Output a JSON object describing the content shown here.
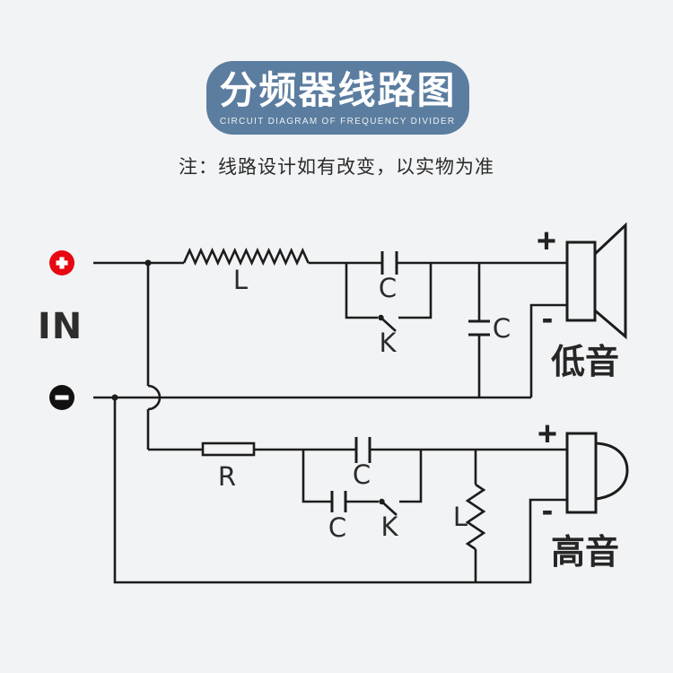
{
  "banner": {
    "title": "分频器线路图",
    "subtitle": "CIRCUIT DIAGRAM OF FREQUENCY DIVIDER",
    "bg_color": "#5b7d9f"
  },
  "note": {
    "text": "注：线路设计如有改变，以实物为准"
  },
  "input": {
    "label": "IN",
    "plus_terminal_color": "#e60812",
    "minus_terminal_color": "#111111"
  },
  "woofer_section": {
    "inductor_label": "L",
    "series_cap_label": "C",
    "switch_label": "K",
    "shunt_cap_label": "C",
    "speaker": {
      "plus": "+",
      "minus": "-",
      "name": "低音"
    }
  },
  "tweeter_section": {
    "resistor_label": "R",
    "series_cap_label": "C",
    "bypass_cap_label": "C",
    "switch_label": "K",
    "shunt_inductor_label": "L",
    "speaker": {
      "plus": "+",
      "minus": "-",
      "name": "高音"
    }
  },
  "colors": {
    "background": "#f2f3f5",
    "line": "#1c1c1c",
    "banner": "#5b7d9f",
    "text": "#2b2b2b"
  }
}
